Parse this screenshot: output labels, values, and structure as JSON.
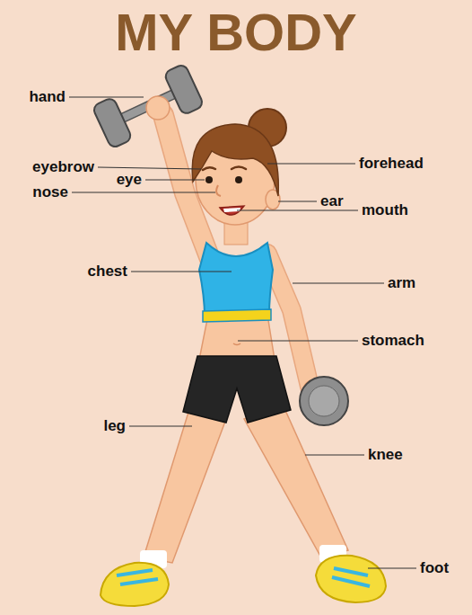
{
  "diagram": {
    "title": "MY BODY",
    "labels": [
      "hand",
      "eyebrow",
      "forehead",
      "eye",
      "nose",
      "ear",
      "mouth",
      "chest",
      "arm",
      "stomach",
      "leg",
      "knee",
      "foot"
    ]
  }
}
